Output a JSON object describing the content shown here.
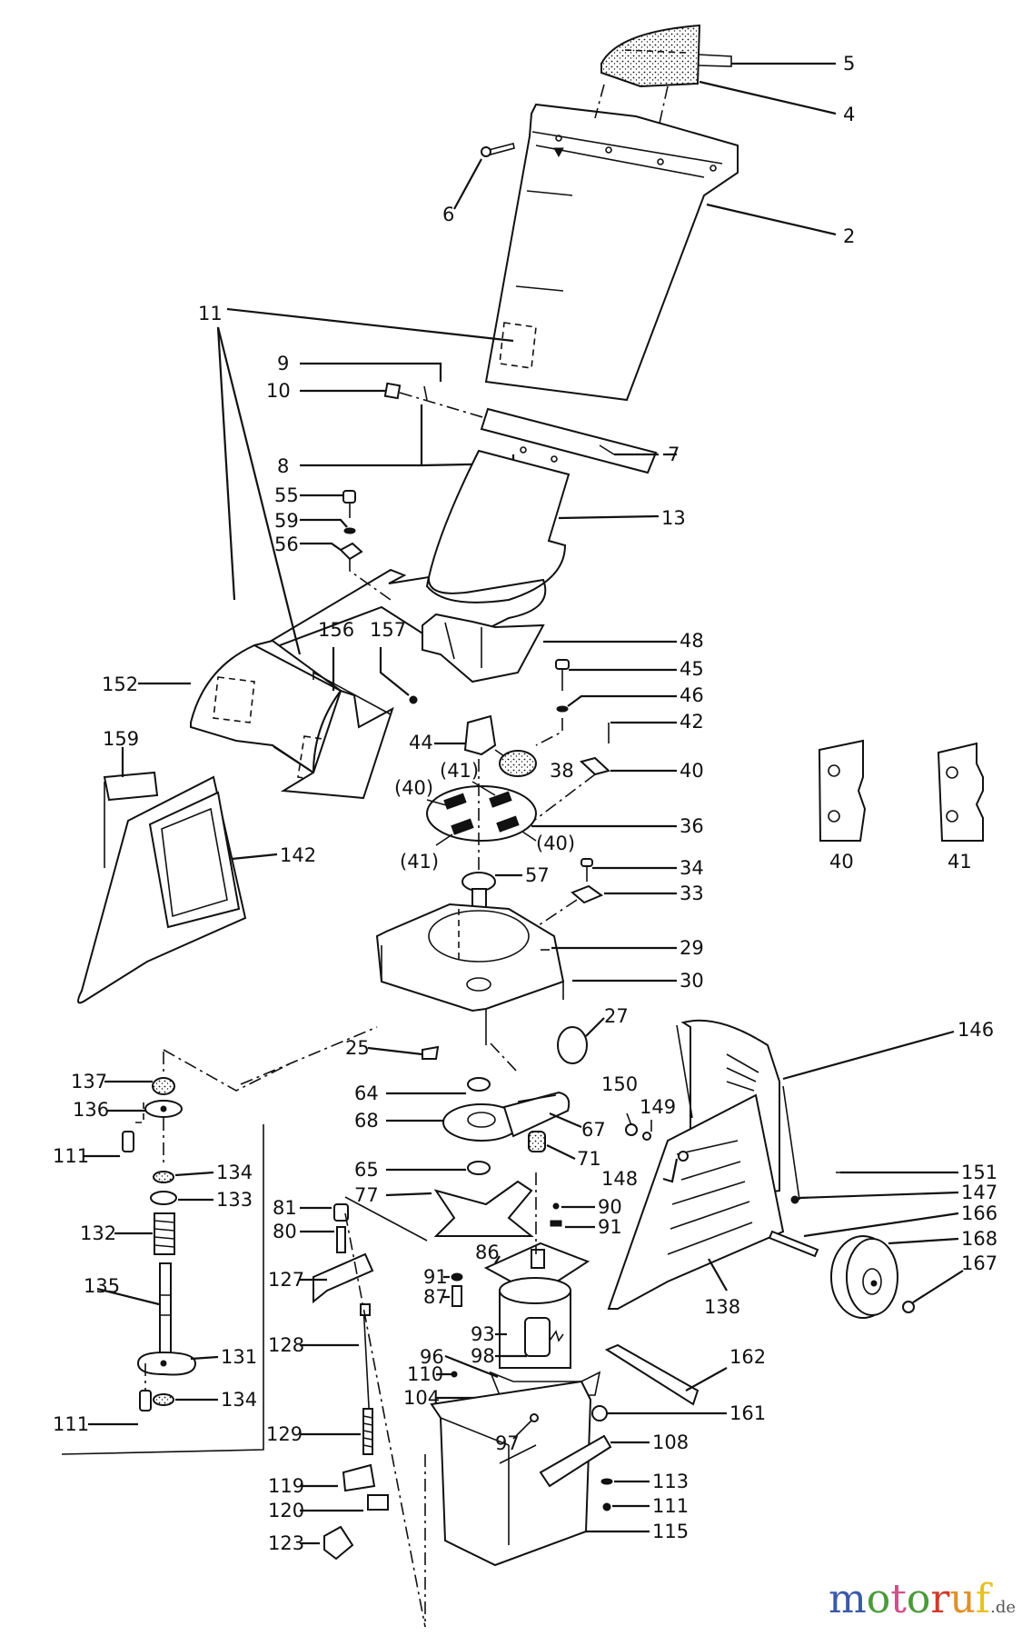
{
  "diagram": {
    "type": "exploded-parts-diagram",
    "subject": "garden shredder assembly",
    "labels": [
      {
        "id": "5",
        "text": "5"
      },
      {
        "id": "4",
        "text": "4"
      },
      {
        "id": "6",
        "text": "6"
      },
      {
        "id": "2",
        "text": "2"
      },
      {
        "id": "11",
        "text": "11"
      },
      {
        "id": "9",
        "text": "9"
      },
      {
        "id": "10",
        "text": "10"
      },
      {
        "id": "8",
        "text": "8"
      },
      {
        "id": "7",
        "text": "7"
      },
      {
        "id": "13",
        "text": "13"
      },
      {
        "id": "55",
        "text": "55"
      },
      {
        "id": "59",
        "text": "59"
      },
      {
        "id": "56",
        "text": "56"
      },
      {
        "id": "48",
        "text": "48"
      },
      {
        "id": "45",
        "text": "45"
      },
      {
        "id": "46",
        "text": "46"
      },
      {
        "id": "42",
        "text": "42"
      },
      {
        "id": "156",
        "text": "156"
      },
      {
        "id": "157",
        "text": "157"
      },
      {
        "id": "152",
        "text": "152"
      },
      {
        "id": "159",
        "text": "159"
      },
      {
        "id": "142",
        "text": "142"
      },
      {
        "id": "44",
        "text": "44"
      },
      {
        "id": "38",
        "text": "38"
      },
      {
        "id": "40",
        "text": "40"
      },
      {
        "id": "41a",
        "text": "(41)"
      },
      {
        "id": "40a",
        "text": "(40)"
      },
      {
        "id": "36",
        "text": "36"
      },
      {
        "id": "41b",
        "text": "(41)"
      },
      {
        "id": "40b",
        "text": "(40)"
      },
      {
        "id": "57",
        "text": "57"
      },
      {
        "id": "34",
        "text": "34"
      },
      {
        "id": "33",
        "text": "33"
      },
      {
        "id": "29",
        "text": "29"
      },
      {
        "id": "30",
        "text": "30"
      },
      {
        "id": "25",
        "text": "25"
      },
      {
        "id": "27",
        "text": "27"
      },
      {
        "id": "146",
        "text": "146"
      },
      {
        "id": "137",
        "text": "137"
      },
      {
        "id": "136",
        "text": "136"
      },
      {
        "id": "111a",
        "text": "111"
      },
      {
        "id": "134a",
        "text": "134"
      },
      {
        "id": "133",
        "text": "133"
      },
      {
        "id": "132",
        "text": "132"
      },
      {
        "id": "135",
        "text": "135"
      },
      {
        "id": "131",
        "text": "131"
      },
      {
        "id": "134b",
        "text": "134"
      },
      {
        "id": "111b",
        "text": "111"
      },
      {
        "id": "64",
        "text": "64"
      },
      {
        "id": "68",
        "text": "68"
      },
      {
        "id": "67",
        "text": "67"
      },
      {
        "id": "71",
        "text": "71"
      },
      {
        "id": "65",
        "text": "65"
      },
      {
        "id": "77",
        "text": "77"
      },
      {
        "id": "150",
        "text": "150"
      },
      {
        "id": "149",
        "text": "149"
      },
      {
        "id": "148",
        "text": "148"
      },
      {
        "id": "90",
        "text": "90"
      },
      {
        "id": "91a",
        "text": "91"
      },
      {
        "id": "81",
        "text": "81"
      },
      {
        "id": "80",
        "text": "80"
      },
      {
        "id": "86",
        "text": "86"
      },
      {
        "id": "91b",
        "text": "91"
      },
      {
        "id": "87",
        "text": "87"
      },
      {
        "id": "127",
        "text": "127"
      },
      {
        "id": "151",
        "text": "151"
      },
      {
        "id": "147",
        "text": "147"
      },
      {
        "id": "166",
        "text": "166"
      },
      {
        "id": "168",
        "text": "168"
      },
      {
        "id": "167",
        "text": "167"
      },
      {
        "id": "138",
        "text": "138"
      },
      {
        "id": "128",
        "text": "128"
      },
      {
        "id": "93",
        "text": "93"
      },
      {
        "id": "98",
        "text": "98"
      },
      {
        "id": "96",
        "text": "96"
      },
      {
        "id": "110",
        "text": "110"
      },
      {
        "id": "104",
        "text": "104"
      },
      {
        "id": "162",
        "text": "162"
      },
      {
        "id": "161",
        "text": "161"
      },
      {
        "id": "97",
        "text": "97"
      },
      {
        "id": "129",
        "text": "129"
      },
      {
        "id": "108",
        "text": "108"
      },
      {
        "id": "113",
        "text": "113"
      },
      {
        "id": "111c",
        "text": "111"
      },
      {
        "id": "119",
        "text": "119"
      },
      {
        "id": "120",
        "text": "120"
      },
      {
        "id": "115",
        "text": "115"
      },
      {
        "id": "123",
        "text": "123"
      }
    ],
    "detail_parts": [
      {
        "id": "detail-40",
        "text": "40"
      },
      {
        "id": "detail-41",
        "text": "41"
      }
    ]
  },
  "watermark": {
    "letters": [
      {
        "ch": "m",
        "color": "#3a5aa8"
      },
      {
        "ch": "o",
        "color": "#4a9a3a"
      },
      {
        "ch": "t",
        "color": "#d0508a"
      },
      {
        "ch": "o",
        "color": "#4a9a3a"
      },
      {
        "ch": "r",
        "color": "#d03a2a"
      },
      {
        "ch": "u",
        "color": "#e0902a"
      },
      {
        "ch": "f",
        "color": "#e8c020"
      }
    ],
    "tld": ".de"
  }
}
